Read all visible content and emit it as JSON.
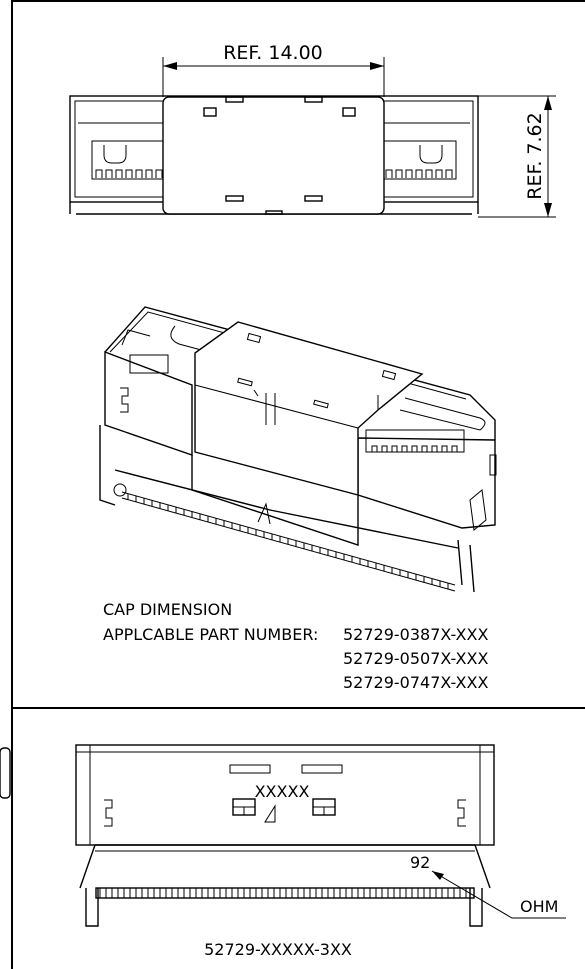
{
  "top_view": {
    "width_dim": "REF. 14.00",
    "height_dim": "REF. 7.62"
  },
  "notes": {
    "title": "CAP DIMENSION",
    "part_label": "APPLCABLE PART NUMBER:",
    "part_numbers": [
      "52729-0387X-XXX",
      "52729-0507X-XXX",
      "52729-0747X-XXX"
    ]
  },
  "front_view": {
    "marking": "XXXXX",
    "ohm_value": "92",
    "ohm_label": "OHM",
    "part_number": "52729-XXXXX-3XX"
  }
}
